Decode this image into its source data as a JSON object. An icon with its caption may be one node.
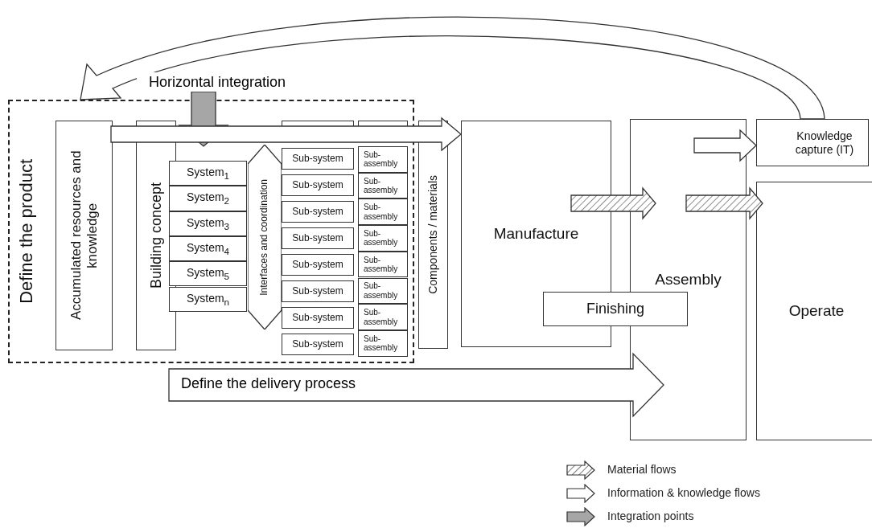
{
  "diagram": {
    "nodes": [
      {
        "text": [
          "Horizontal integration"
        ]
      },
      {
        "text": [
          "Define the product"
        ]
      },
      {
        "text": [
          "Accumulated resources and knowledge"
        ],
        "in": 1
      },
      {
        "text": [
          "Building concept"
        ],
        "in": 1
      },
      {
        "text": [],
        "shape": "box",
        "in": 1
      },
      {
        "text": [],
        "shape": "box",
        "in": 1
      },
      {
        "text": [
          "System$_{1}$"
        ],
        "in": 1
      },
      {
        "text": [
          "System$_{2}$"
        ],
        "in": 1
      },
      {
        "text": [
          "System$_{3}$"
        ],
        "in": 1
      },
      {
        "text": [
          "System$_{4}$"
        ],
        "in": 1
      },
      {
        "text": [
          "System$_{5}$"
        ],
        "in": 1
      },
      {
        "text": [
          "System$_{n}$"
        ],
        "in": 1
      },
      {
        "text": [
          "Interfaces and coordination"
        ],
        "in": 1
      },
      {
        "text": [
          "Sub-system"
        ],
        "in": 1
      },
      {
        "text": [
          "Sub-system"
        ],
        "in": 1
      },
      {
        "text": [
          "Sub-system"
        ],
        "in": 1
      },
      {
        "text": [
          "Sub-system"
        ],
        "in": 1
      },
      {
        "text": [
          "Sub-system"
        ],
        "in": 1
      },
      {
        "text": [
          "Sub-system"
        ],
        "in": 1
      },
      {
        "text": [
          "Sub-system"
        ],
        "in": 1
      },
      {
        "text": [
          "Sub-system"
        ],
        "in": 1
      },
      {
        "text": [
          "Sub- assembly"
        ],
        "in": 1
      },
      {
        "text": [
          "Sub- assembly"
        ],
        "in": 1
      },
      {
        "text": [
          "Sub- assembly"
        ],
        "in": 1
      },
      {
        "text": [
          "Sub- assembly"
        ],
        "in": 1
      },
      {
        "text": [
          "Sub- assembly"
        ],
        "in": 1
      },
      {
        "text": [
          "Sub- assembly"
        ],
        "in": 1
      },
      {
        "text": [
          "Sub- assembly"
        ],
        "in": 1
      },
      {
        "text": [
          "Sub- assembly"
        ],
        "in": 1
      },
      {
        "text": [
          "Components / materials"
        ]
      },
      {
        "text": [
          "Manufacture"
        ]
      },
      {
        "text": [
          "Assembly"
        ]
      },
      {
        "text": [
          "Finishing"
        ]
      },
      {
        "text": [
          "Knowledge capture (IT)"
        ]
      },
      {
        "text": [
          "Operate"
        ]
      }
    ],
    "edges": [
      {
        "from": 0,
        "to": null,
        "arrow": "to",
        "color": "#a6a6a6"
      },
      {
        "from": 2,
        "to": 30,
        "arrow": "to"
      },
      {
        "from": 33,
        "to": 1,
        "arrow": "to"
      },
      {
        "from": 31,
        "to": 33,
        "arrow": "to"
      },
      {
        "from": 30,
        "to": 31,
        "arrow": "to",
        "color": "#707070"
      },
      {
        "from": 31,
        "to": 34,
        "arrow": "to",
        "color": "#707070"
      },
      {
        "from": null,
        "to": 31,
        "arrow": "to",
        "label": "Define the delivery process"
      }
    ],
    "legend": [
      {
        "text": "Material flows"
      },
      {
        "text": "Information & knowledge flows"
      },
      {
        "text": "Integration points"
      }
    ]
  }
}
